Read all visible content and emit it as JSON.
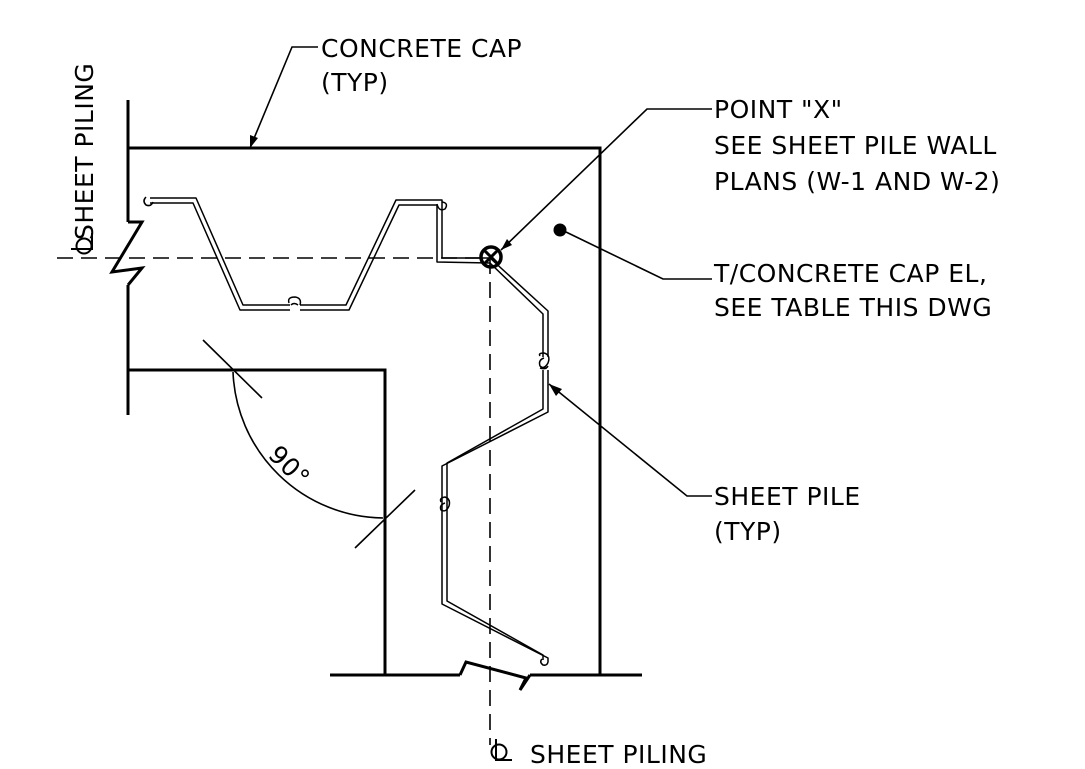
{
  "labels": {
    "concrete_cap": [
      "CONCRETE CAP",
      "(TYP)"
    ],
    "point_x": [
      "POINT \"X\"",
      "SEE SHEET PILE WALL",
      "PLANS (W-1 AND W-2)"
    ],
    "top_cap_el": [
      "T/CONCRETE CAP EL,",
      "SEE TABLE THIS DWG"
    ],
    "sheet_pile": [
      "SHEET PILE",
      "(TYP)"
    ],
    "centerline_left": "SHEET PILING",
    "centerline_bottom": "SHEET PILING",
    "angle": "90°"
  }
}
